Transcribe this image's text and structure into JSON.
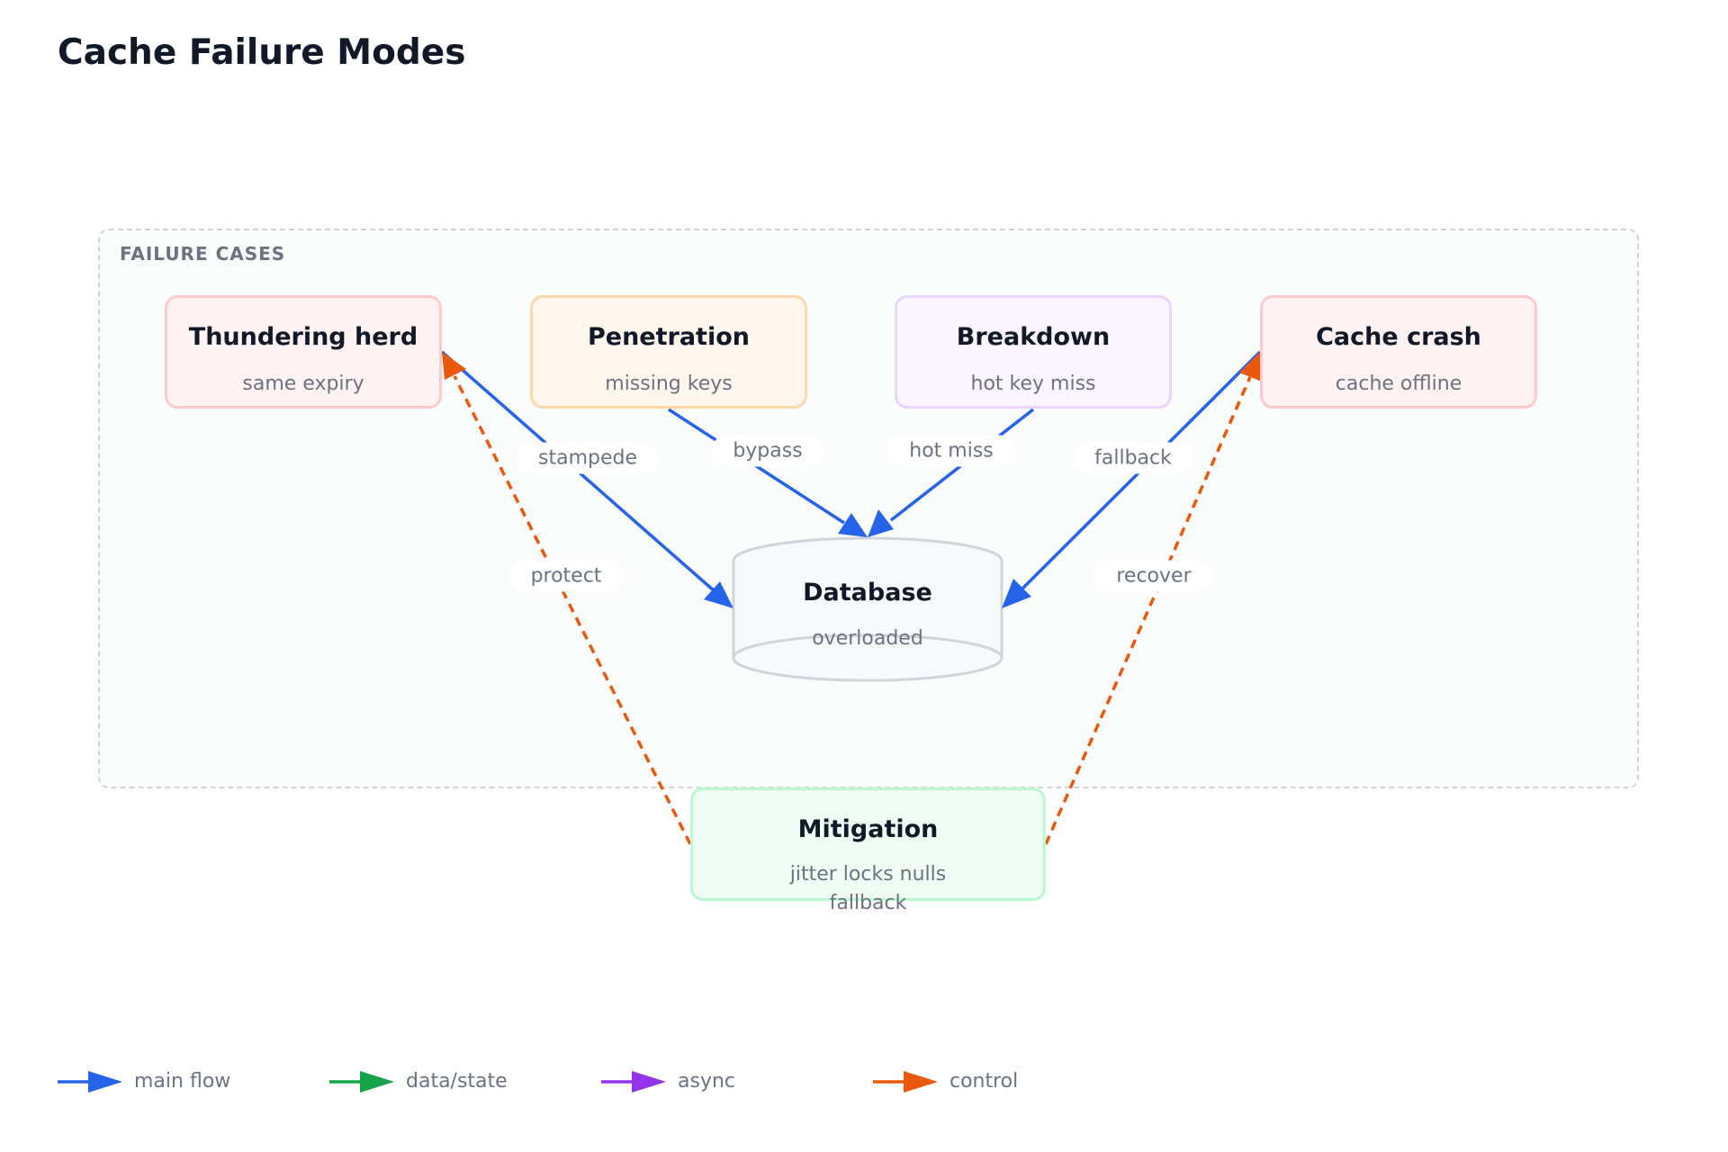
{
  "title": "Cache Failure Modes",
  "group": {
    "label": "FAILURE CASES"
  },
  "nodes": {
    "thundering_herd": {
      "title": "Thundering herd",
      "subtitle": "same expiry"
    },
    "penetration": {
      "title": "Penetration",
      "subtitle": "missing keys"
    },
    "breakdown": {
      "title": "Breakdown",
      "subtitle": "hot key miss"
    },
    "cache_crash": {
      "title": "Cache crash",
      "subtitle": "cache offline"
    },
    "database": {
      "title": "Database",
      "subtitle": "overloaded"
    },
    "mitigation": {
      "title": "Mitigation",
      "subtitle": "jitter locks nulls",
      "subtitle2": "fallback"
    }
  },
  "edges": [
    {
      "from": "thundering_herd",
      "to": "database",
      "label": "stampede",
      "kind": "main flow"
    },
    {
      "from": "penetration",
      "to": "database",
      "label": "bypass",
      "kind": "main flow"
    },
    {
      "from": "breakdown",
      "to": "database",
      "label": "hot miss",
      "kind": "main flow"
    },
    {
      "from": "cache_crash",
      "to": "database",
      "label": "fallback",
      "kind": "main flow"
    },
    {
      "from": "mitigation",
      "to": "thundering_herd",
      "label": "protect",
      "kind": "control"
    },
    {
      "from": "mitigation",
      "to": "cache_crash",
      "label": "recover",
      "kind": "control"
    }
  ],
  "legend": [
    {
      "label": "main flow",
      "color": "#2563eb"
    },
    {
      "label": "data/state",
      "color": "#16a34a"
    },
    {
      "label": "async",
      "color": "#9333ea"
    },
    {
      "label": "control",
      "color": "#ea580c"
    }
  ],
  "colors": {
    "main_flow": "#2563eb",
    "control": "#ea580c",
    "title_text": "#111827",
    "muted_text": "#6b7280"
  }
}
